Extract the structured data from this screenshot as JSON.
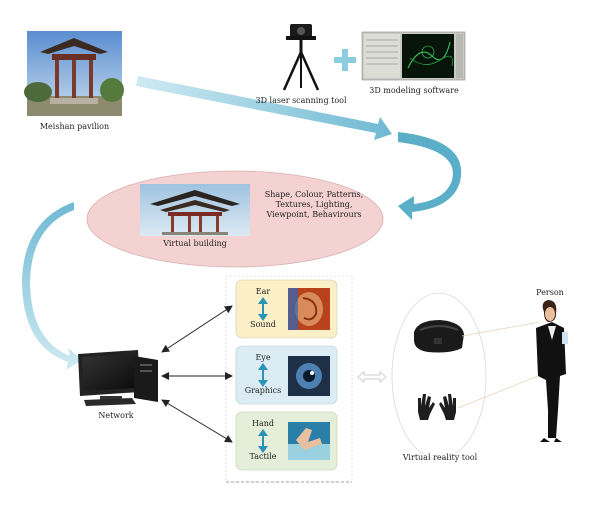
{
  "labels": {
    "pavilion": "Meishan pavilion",
    "scanner": "3D laser scanning tool",
    "software": "3D modeling software",
    "virtual_building": "Virtual building",
    "attributes": [
      "Shape, Colour, Patterns,",
      "Textures, Lighting,",
      "Viewpoint, Behavirours"
    ],
    "network": "Network",
    "vr_tool": "Virtual reality tool",
    "person": "Person"
  },
  "senses": [
    {
      "top": "Ear",
      "bottom": "Sound"
    },
    {
      "top": "Eye",
      "bottom": "Graphics"
    },
    {
      "top": "Hand",
      "bottom": "Tactile"
    }
  ],
  "colors": {
    "flow_arrow": "#a8d8e8",
    "flow_arrow_dark": "#5aaec8",
    "ellipse_fill": "#f4d2d2",
    "ellipse_stroke": "#d8b0b0",
    "box1_fill": "#fbefc8",
    "box2_fill": "#dcecf4",
    "box3_fill": "#e4eed8",
    "double_arrow": "#2a93b8",
    "plus": "#8ccde0"
  }
}
